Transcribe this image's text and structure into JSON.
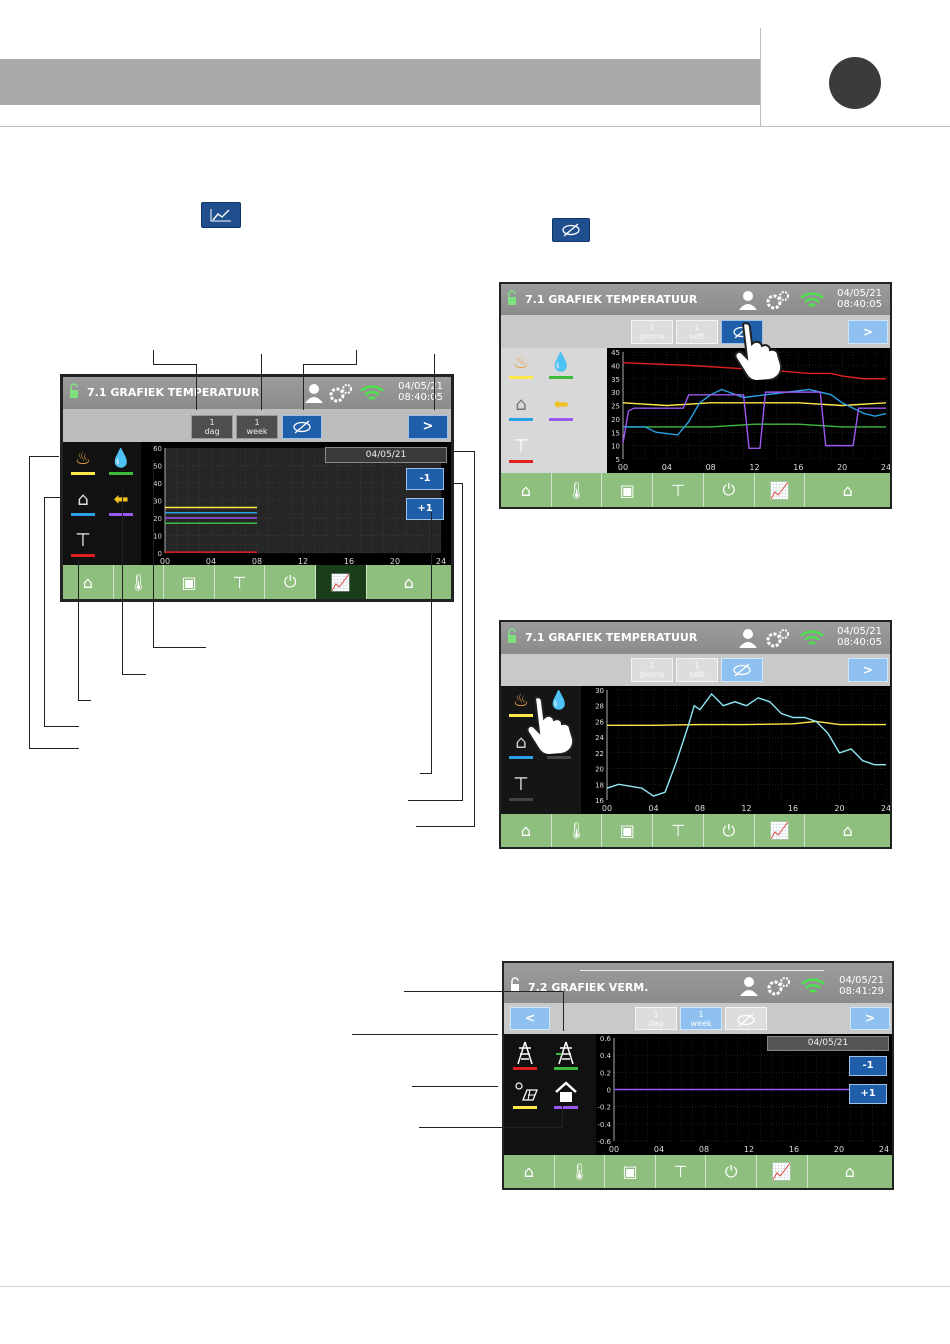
{
  "screens": {
    "main": {
      "title": "7.1 GRAFIEK TEMPERATUUR",
      "date": "04/05/21",
      "time": "08:40:05",
      "btn_day": [
        "1",
        "dag"
      ],
      "btn_week": [
        "1",
        "week"
      ],
      "btn_next": ">",
      "btn_minus": "-1",
      "btn_plus": "+1",
      "selected_date": "04/05/21",
      "y_ticks": [
        "60",
        "50",
        "40",
        "30",
        "20",
        "10",
        "0"
      ],
      "x_ticks": [
        "00",
        "04",
        "08",
        "12",
        "16",
        "20",
        "24"
      ]
    },
    "topright": {
      "title": "7.1 GRAFIEK TEMPERATUUR",
      "date": "04/05/21",
      "time": "08:40:05",
      "btn_day": [
        "1",
        "giorno"
      ],
      "btn_week": [
        "1",
        "sett"
      ],
      "btn_next": ">",
      "y_ticks": [
        "45",
        "40",
        "35",
        "30",
        "25",
        "20",
        "15",
        "10",
        "5"
      ],
      "x_ticks": [
        "00",
        "04",
        "08",
        "12",
        "16",
        "20",
        "24"
      ]
    },
    "midright": {
      "title": "7.1 GRAFIEK TEMPERATUUR",
      "date": "04/05/21",
      "time": "08:40:05",
      "btn_day": [
        "1",
        "giorno"
      ],
      "btn_week": [
        "1",
        "sett"
      ],
      "btn_next": ">",
      "y_ticks": [
        "30",
        "28",
        "26",
        "24",
        "22",
        "20",
        "18",
        "16"
      ],
      "x_ticks": [
        "00",
        "04",
        "08",
        "12",
        "16",
        "20",
        "24"
      ]
    },
    "bottom": {
      "title": "7.2 GRAFIEK VERM.",
      "date": "04/05/21",
      "time": "08:41:29",
      "btn_prev": "<",
      "btn_day": [
        "1",
        "dag"
      ],
      "btn_week": [
        "1",
        "week"
      ],
      "btn_next": ">",
      "btn_minus": "-1",
      "btn_plus": "+1",
      "selected_date": "04/05/21",
      "y_ticks": [
        "0.6",
        "0.4",
        "0.2",
        "0",
        "-0.2",
        "-0.4",
        "-0.6"
      ],
      "x_ticks": [
        "00",
        "04",
        "08",
        "12",
        "16",
        "20",
        "24"
      ]
    }
  },
  "nav_icons": [
    "home-icon",
    "thermometer-drop-icon",
    "control-unit-icon",
    "faucet-icon",
    "plug-icon",
    "chart-icon",
    "logo-icon"
  ],
  "colors": {
    "yellow": "#ffe84a",
    "green": "#3dbb3d",
    "blue": "#2aa1e6",
    "purple": "#9b59f0",
    "red": "#e02020",
    "lightblue": "#8ee7f2"
  },
  "chart_data": [
    {
      "type": "line",
      "screen": "main",
      "x": [
        0,
        8
      ],
      "ylim": [
        0,
        60
      ],
      "xlim": [
        0,
        24
      ],
      "series": [
        {
          "color": "yellow",
          "values": [
            26,
            26
          ]
        },
        {
          "color": "blue",
          "values": [
            23,
            23
          ]
        },
        {
          "color": "purple",
          "values": [
            20,
            20
          ]
        },
        {
          "color": "green",
          "values": [
            17,
            17
          ]
        },
        {
          "color": "red",
          "values": [
            0.5,
            0.5
          ]
        }
      ]
    },
    {
      "type": "line",
      "screen": "topright",
      "ylim": [
        5,
        45
      ],
      "xlim": [
        0,
        24
      ],
      "series": [
        {
          "color": "red",
          "x": [
            0,
            6,
            10,
            14,
            17,
            19,
            20,
            22,
            24
          ],
          "values": [
            41,
            40,
            39,
            38,
            37,
            37,
            36,
            35,
            35
          ]
        },
        {
          "color": "yellow",
          "x": [
            0,
            4,
            8,
            12,
            16,
            20,
            24
          ],
          "values": [
            26,
            25,
            26,
            26,
            26,
            25,
            26
          ]
        },
        {
          "color": "green",
          "x": [
            0,
            4,
            8,
            12,
            16,
            20,
            24
          ],
          "values": [
            17,
            17,
            17,
            18,
            18,
            17,
            17
          ]
        },
        {
          "color": "blue",
          "x": [
            0,
            2,
            3,
            5,
            6,
            7,
            8,
            9,
            11,
            13,
            15,
            17,
            19,
            20,
            22,
            23,
            24
          ],
          "values": [
            17,
            17,
            15,
            14,
            19,
            26,
            29,
            31,
            28,
            29,
            30,
            31,
            29,
            26,
            22,
            21,
            22
          ]
        },
        {
          "color": "purple",
          "x": [
            0,
            0.5,
            1,
            5.5,
            6,
            11,
            11.5,
            12.5,
            13,
            18,
            18.5,
            21,
            21.5,
            24
          ],
          "values": [
            11,
            23,
            24,
            24,
            29,
            29,
            9,
            9,
            30,
            30,
            10,
            10,
            24,
            24
          ]
        }
      ]
    },
    {
      "type": "line",
      "screen": "midright",
      "ylim": [
        16,
        30
      ],
      "xlim": [
        0,
        24
      ],
      "series": [
        {
          "color": "yellow",
          "x": [
            0,
            4,
            8,
            12,
            16,
            18,
            20,
            24
          ],
          "values": [
            25.5,
            25.5,
            25.6,
            25.6,
            25.7,
            26,
            25.6,
            25.6
          ]
        },
        {
          "color": "lightblue",
          "x": [
            0,
            1,
            3,
            4,
            5,
            6,
            7,
            7.5,
            8,
            9,
            10,
            11,
            12,
            13,
            14,
            15,
            16,
            17,
            18,
            19,
            20,
            21,
            22,
            23,
            24
          ],
          "values": [
            17.5,
            18,
            17.5,
            16.5,
            17,
            21,
            25.5,
            28,
            27.5,
            29.5,
            28,
            28.5,
            28,
            29,
            28.5,
            27,
            26.5,
            26.5,
            26,
            24.5,
            22,
            22.5,
            21,
            20.5,
            20.5
          ]
        }
      ]
    },
    {
      "type": "line",
      "screen": "bottom",
      "ylim": [
        -0.6,
        0.6
      ],
      "xlim": [
        0,
        24
      ],
      "series": [
        {
          "color": "purple",
          "x": [
            0,
            24
          ],
          "values": [
            0,
            0
          ]
        }
      ]
    }
  ]
}
